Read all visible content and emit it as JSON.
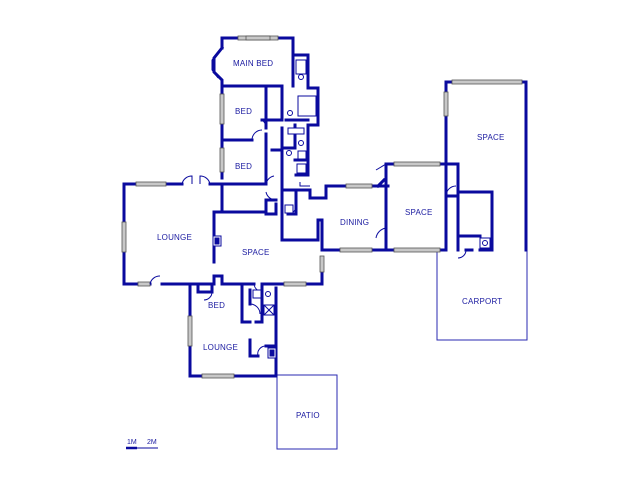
{
  "rooms": {
    "main_bed": "MAIN BED",
    "bed_1": "BED",
    "bed_2": "BED",
    "lounge_main": "LOUNGE",
    "space_center": "SPACE",
    "dining": "DINING",
    "space_mid": "SPACE",
    "space_right": "SPACE",
    "carport": "CARPORT",
    "bed_3": "BED",
    "lounge_small": "LOUNGE",
    "patio": "PATIO"
  },
  "scale": {
    "label_1": "1M",
    "label_2": "2M"
  },
  "colors": {
    "wall": "#0a0a9e",
    "label": "#1a1aa0",
    "background": "#ffffff"
  }
}
